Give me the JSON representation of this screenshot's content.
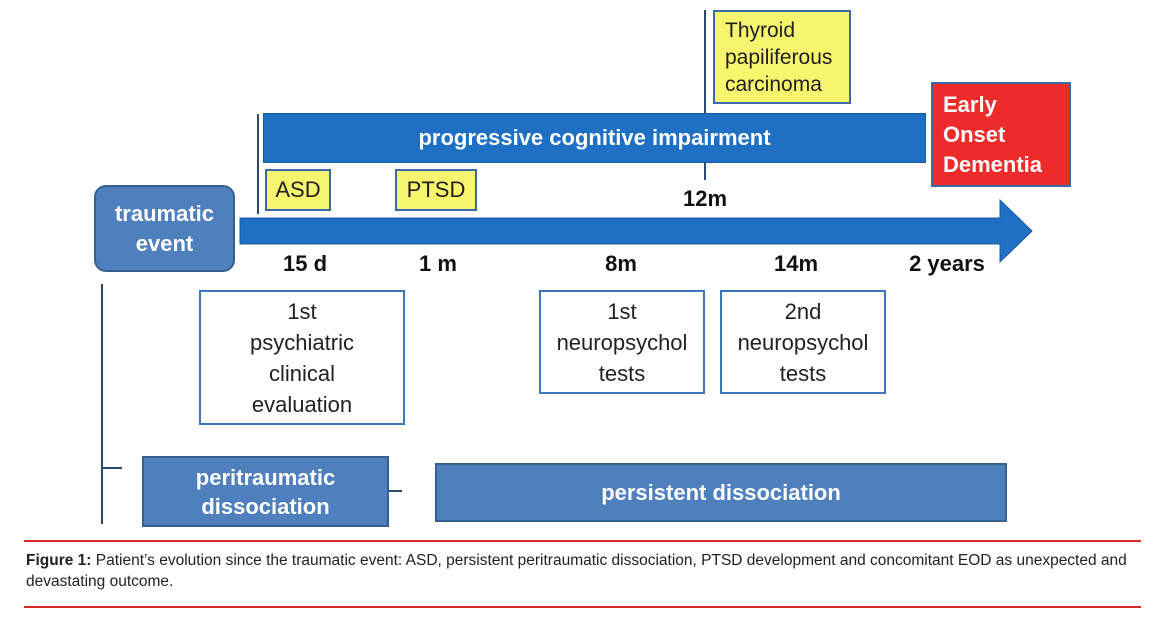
{
  "events": {
    "traumatic": "traumatic\nevent",
    "dementia": "Early\nOnset\nDementia",
    "thyroid": "Thyroid\npapiliferous\ncarcinoma"
  },
  "bars": {
    "cognitive": "progressive cognitive impairment",
    "peritraumatic": "peritraumatic\ndissociation",
    "persistent": "persistent dissociation"
  },
  "diagnoses": {
    "asd": "ASD",
    "ptsd": "PTSD"
  },
  "timeline": {
    "t_12m": "12m",
    "t_15d": "15 d",
    "t_1m": "1 m",
    "t_8m": "8m",
    "t_14m": "14m",
    "t_2y": "2 years"
  },
  "assessments": {
    "psychiatric": [
      "1st",
      "psychiatric",
      "clinical",
      "evaluation"
    ],
    "neuro1": [
      "1st",
      "neuropsychol",
      "tests"
    ],
    "neuro2": [
      "2nd",
      "neuropsychol",
      "tests"
    ]
  },
  "caption": {
    "label": "Figure 1:",
    "text": " Patient’s evolution since the traumatic event: ASD, persistent peritraumatic dissociation, PTSD development and concomitant EOD as unexpected and devastating outcome."
  },
  "colors": {
    "bar_blue": "#1f6fc4",
    "box_blue": "#4f7fbd",
    "yellow": "#f7f56e",
    "red": "#ee2b2b",
    "rule_red": "#d92a2a"
  }
}
